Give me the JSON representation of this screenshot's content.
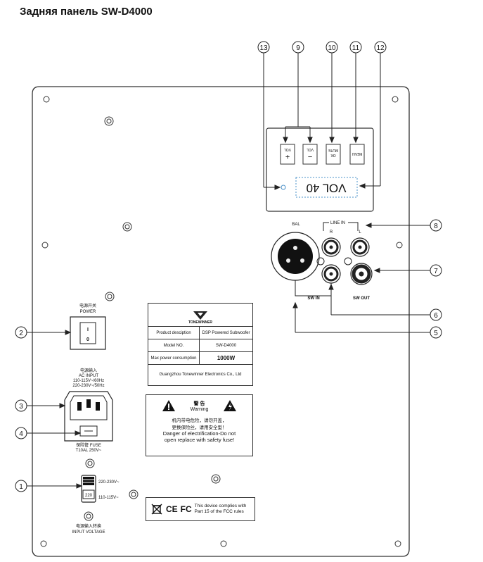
{
  "title": "Задняя панель SW-D4000",
  "callouts": [
    "13",
    "9",
    "10",
    "11",
    "12",
    "8",
    "7",
    "6",
    "5",
    "2",
    "3",
    "4",
    "1"
  ],
  "buttons": {
    "vol_plus_symbol": "+",
    "vol_plus_label": "VOL",
    "vol_minus_symbol": "−",
    "vol_minus_label": "VOL",
    "mute_label": "MUTE",
    "ok_label": "OK",
    "menu_label": "MENU"
  },
  "display": {
    "text": "VOL 40"
  },
  "connectors": {
    "bal": "BAL",
    "line_in": "LINE IN",
    "r": "R",
    "l": "L",
    "sw_in": "SW IN",
    "sw_out": "SW OUT"
  },
  "power": {
    "cn": "电源开关",
    "en": "POWER",
    "on": "I",
    "off": "0"
  },
  "ac_input": {
    "cn": "电源输入",
    "en": "AC INPUT",
    "line1": "110-115V~/60Hz",
    "line2": "220-230V~/50Hz"
  },
  "fuse": {
    "cn": "保险管",
    "en": "FUSE",
    "rating": "T10AL 250V~"
  },
  "voltage": {
    "high": "220-230V~",
    "low": "110-115V~",
    "value": "220",
    "cn": "电源输入转换",
    "en": "INPUT VOLTAGE"
  },
  "product_table": {
    "brand": "TONEWINNER",
    "row1_label": "Product desciption",
    "row1_value": "DSP Powered Subwoofer",
    "row2_label": "Model NO.",
    "row2_value": "SW-D4000",
    "row3_label": "Max power consumption",
    "row3_value": "1000W",
    "footer": "Guangzhou Tonewinner Electronics Co., Ltd"
  },
  "warning": {
    "cn_title": "警 告",
    "en_title": "Warning",
    "cn_line1": "机内带电危险，请勿开盖，",
    "cn_line2": "更换保险丝，请用安全型！",
    "en_line1": "Danger of electrification-Do not",
    "en_line2": "open replace with safety fuse!"
  },
  "fcc": {
    "ce": "CE",
    "fc": "FC",
    "line1": "This device complies with",
    "line2": "Part 15 of the FCC rules"
  }
}
